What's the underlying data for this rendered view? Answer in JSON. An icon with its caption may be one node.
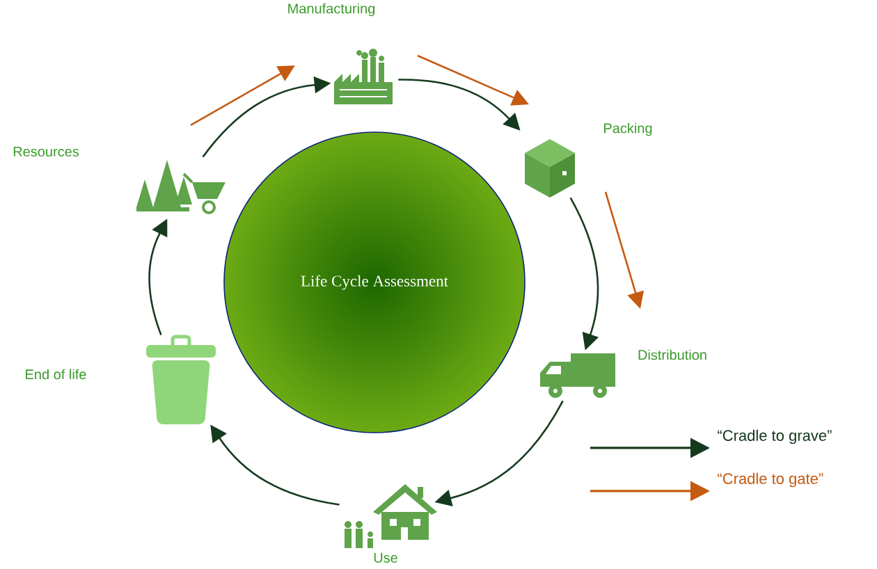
{
  "diagram": {
    "nodes": [
      {
        "text": [
          "Life Cycle Assessment"
        ]
      },
      {
        "text": [],
        "shape": "picture"
      },
      {
        "text": [],
        "shape": "picture",
        "beside": [
          "Manufacturing"
        ]
      },
      {
        "text": [],
        "shape": "picture",
        "beside": [
          "Packing"
        ]
      },
      {
        "text": [],
        "shape": "picture",
        "beside": [
          "Distribution"
        ]
      },
      {
        "text": [],
        "shape": "picture",
        "beside": [
          "Use"
        ]
      },
      {
        "text": [],
        "shape": "bin"
      }
    ],
    "labels": [
      "Resources",
      "End of life"
    ],
    "edges": [
      {
        "from": 1,
        "to": 2,
        "arrow": "to"
      },
      {
        "from": 2,
        "to": 3,
        "arrow": "to"
      },
      {
        "from": 3,
        "to": 4,
        "arrow": "to"
      },
      {
        "from": 4,
        "to": 5,
        "arrow": "to"
      },
      {
        "from": 5,
        "to": 6,
        "arrow": "to"
      },
      {
        "from": 6,
        "to": 1,
        "arrow": "to"
      },
      {
        "from": 1,
        "to": 2,
        "arrow": "to",
        "color": "#c55a11"
      },
      {
        "from": 2,
        "to": 3,
        "arrow": "to",
        "color": "#c55a11"
      },
      {
        "from": 3,
        "to": 4,
        "arrow": "to",
        "color": "#c55a11"
      }
    ],
    "legend": [
      {
        "text": "“Cradle to grave”"
      },
      {
        "text": "“Cradle to gate”"
      }
    ]
  }
}
